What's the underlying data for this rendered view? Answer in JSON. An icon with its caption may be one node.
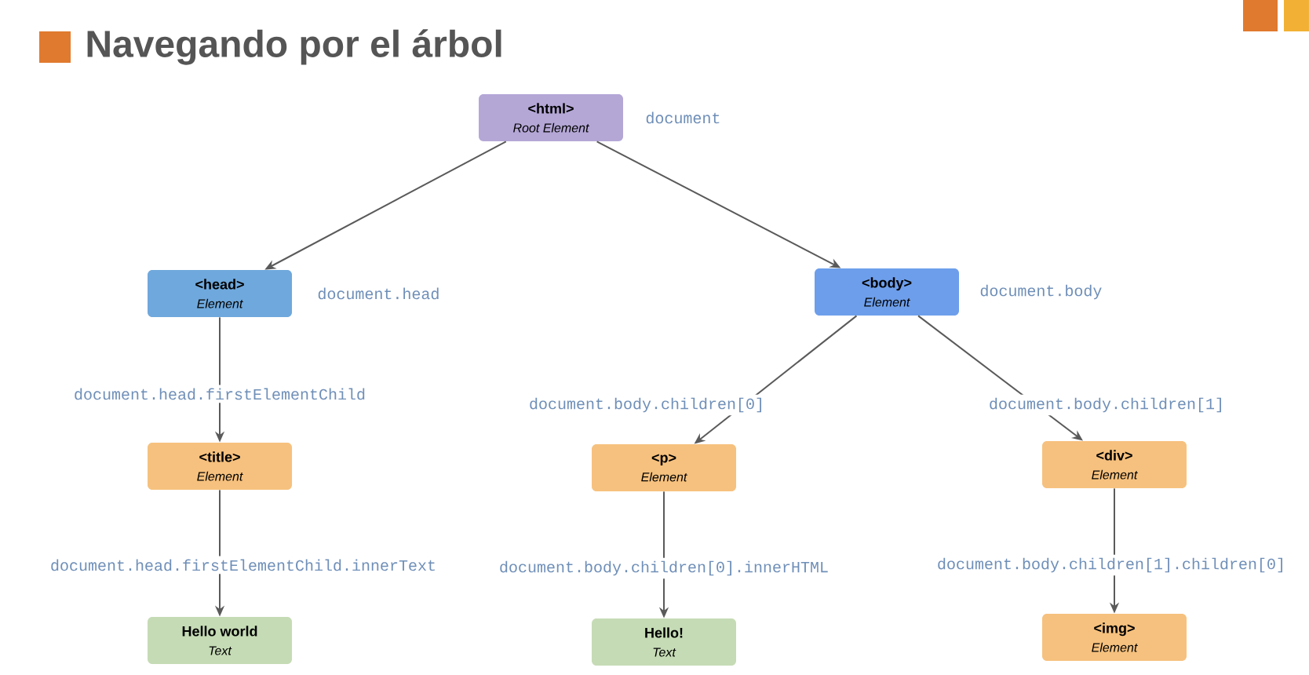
{
  "diagram": {
    "title": "Navegando por el árbol",
    "nodes": [
      {
        "text": [
          "<html>",
          "Root Element"
        ],
        "beside": [
          "document"
        ]
      },
      {
        "text": [
          "<head>",
          "Element"
        ],
        "beside": [
          "document.head"
        ]
      },
      {
        "text": [
          "<body>",
          "Element"
        ],
        "beside": [
          "document.body"
        ]
      },
      {
        "text": [
          "<title>",
          "Element"
        ]
      },
      {
        "text": [
          "<p>",
          "Element"
        ]
      },
      {
        "text": [
          "<div>",
          "Element"
        ]
      },
      {
        "text": [
          "Hello world",
          "Text"
        ]
      },
      {
        "text": [
          "Hello!",
          "Text"
        ]
      },
      {
        "text": [
          "<img>",
          "Element"
        ]
      }
    ],
    "edges": [
      {
        "from": 0,
        "to": 1,
        "arrow": "to"
      },
      {
        "from": 0,
        "to": 2,
        "arrow": "to"
      },
      {
        "from": 1,
        "to": 3,
        "arrow": "to",
        "label": "document.head.firstElementChild"
      },
      {
        "from": 2,
        "to": 4,
        "arrow": "to",
        "label": "document.body.children[0]"
      },
      {
        "from": 2,
        "to": 5,
        "arrow": "to",
        "label": "document.body.children[1]"
      },
      {
        "from": 3,
        "to": 6,
        "arrow": "to",
        "label": "document.head.firstElementChild.innerText"
      },
      {
        "from": 4,
        "to": 7,
        "arrow": "to",
        "label": "document.body.children[0].innerHTML"
      },
      {
        "from": 5,
        "to": 8,
        "arrow": "to",
        "label": "document.body.children[1].children[0]"
      }
    ]
  }
}
